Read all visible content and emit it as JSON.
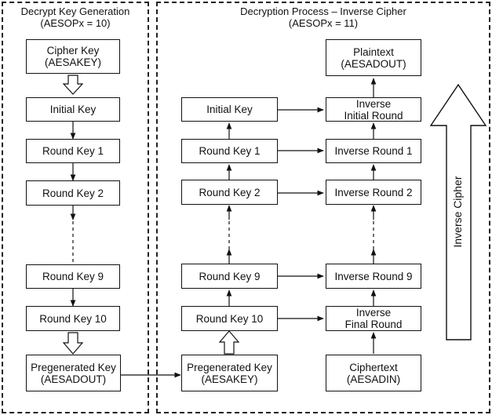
{
  "left_panel": {
    "title": "Decrypt Key Generation",
    "subtitle": "(AESOPx = 10)",
    "boxes": {
      "cipher_key": [
        "Cipher Key",
        "(AESAKEY)"
      ],
      "initial_key": "Initial Key",
      "round_key_1": "Round Key 1",
      "round_key_2": "Round Key 2",
      "round_key_9": "Round Key 9",
      "round_key_10": "Round Key 10",
      "pregenerated_key": [
        "Pregenerated Key",
        "(AESADOUT)"
      ]
    }
  },
  "right_panel": {
    "title": "Decryption Process – Inverse Cipher",
    "subtitle": "(AESOPx = 11)",
    "key_column": {
      "initial_key": "Initial Key",
      "round_key_1": "Round Key 1",
      "round_key_2": "Round Key 2",
      "round_key_9": "Round Key 9",
      "round_key_10": "Round Key 10",
      "pregenerated_key": [
        "Pregenerated Key",
        "(AESAKEY)"
      ]
    },
    "cipher_column": {
      "plaintext": [
        "Plaintext",
        "(AESADOUT)"
      ],
      "inverse_initial_round": [
        "Inverse",
        "Initial Round"
      ],
      "inverse_round_1": "Inverse Round 1",
      "inverse_round_2": "Inverse Round 2",
      "inverse_round_9": "Inverse Round 9",
      "inverse_final_round": [
        "Inverse",
        "Final Round"
      ],
      "ciphertext": [
        "Ciphertext",
        "(AESADIN)"
      ]
    },
    "big_arrow_label": "Inverse Cipher"
  }
}
